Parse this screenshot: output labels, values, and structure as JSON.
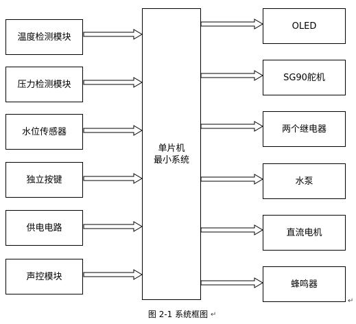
{
  "diagram": {
    "inputs": [
      {
        "label": "温度检测模块"
      },
      {
        "label": "压力检测模块"
      },
      {
        "label": "水位传感器"
      },
      {
        "label": "独立按键"
      },
      {
        "label": "供电电路"
      },
      {
        "label": "声控模块"
      }
    ],
    "center": {
      "line1": "单片机",
      "line2": "最小系统"
    },
    "outputs": [
      {
        "label": "OLED"
      },
      {
        "label": "SG90舵机"
      },
      {
        "label": "两个继电器"
      },
      {
        "label": "水泵"
      },
      {
        "label": "直流电机"
      },
      {
        "label": "蜂鸣器"
      }
    ],
    "caption": "图 2-1 系统框图",
    "caption_mark": "↵",
    "corner_mark": "↵"
  },
  "colors": {
    "line": "#000000",
    "background": "#ffffff"
  }
}
